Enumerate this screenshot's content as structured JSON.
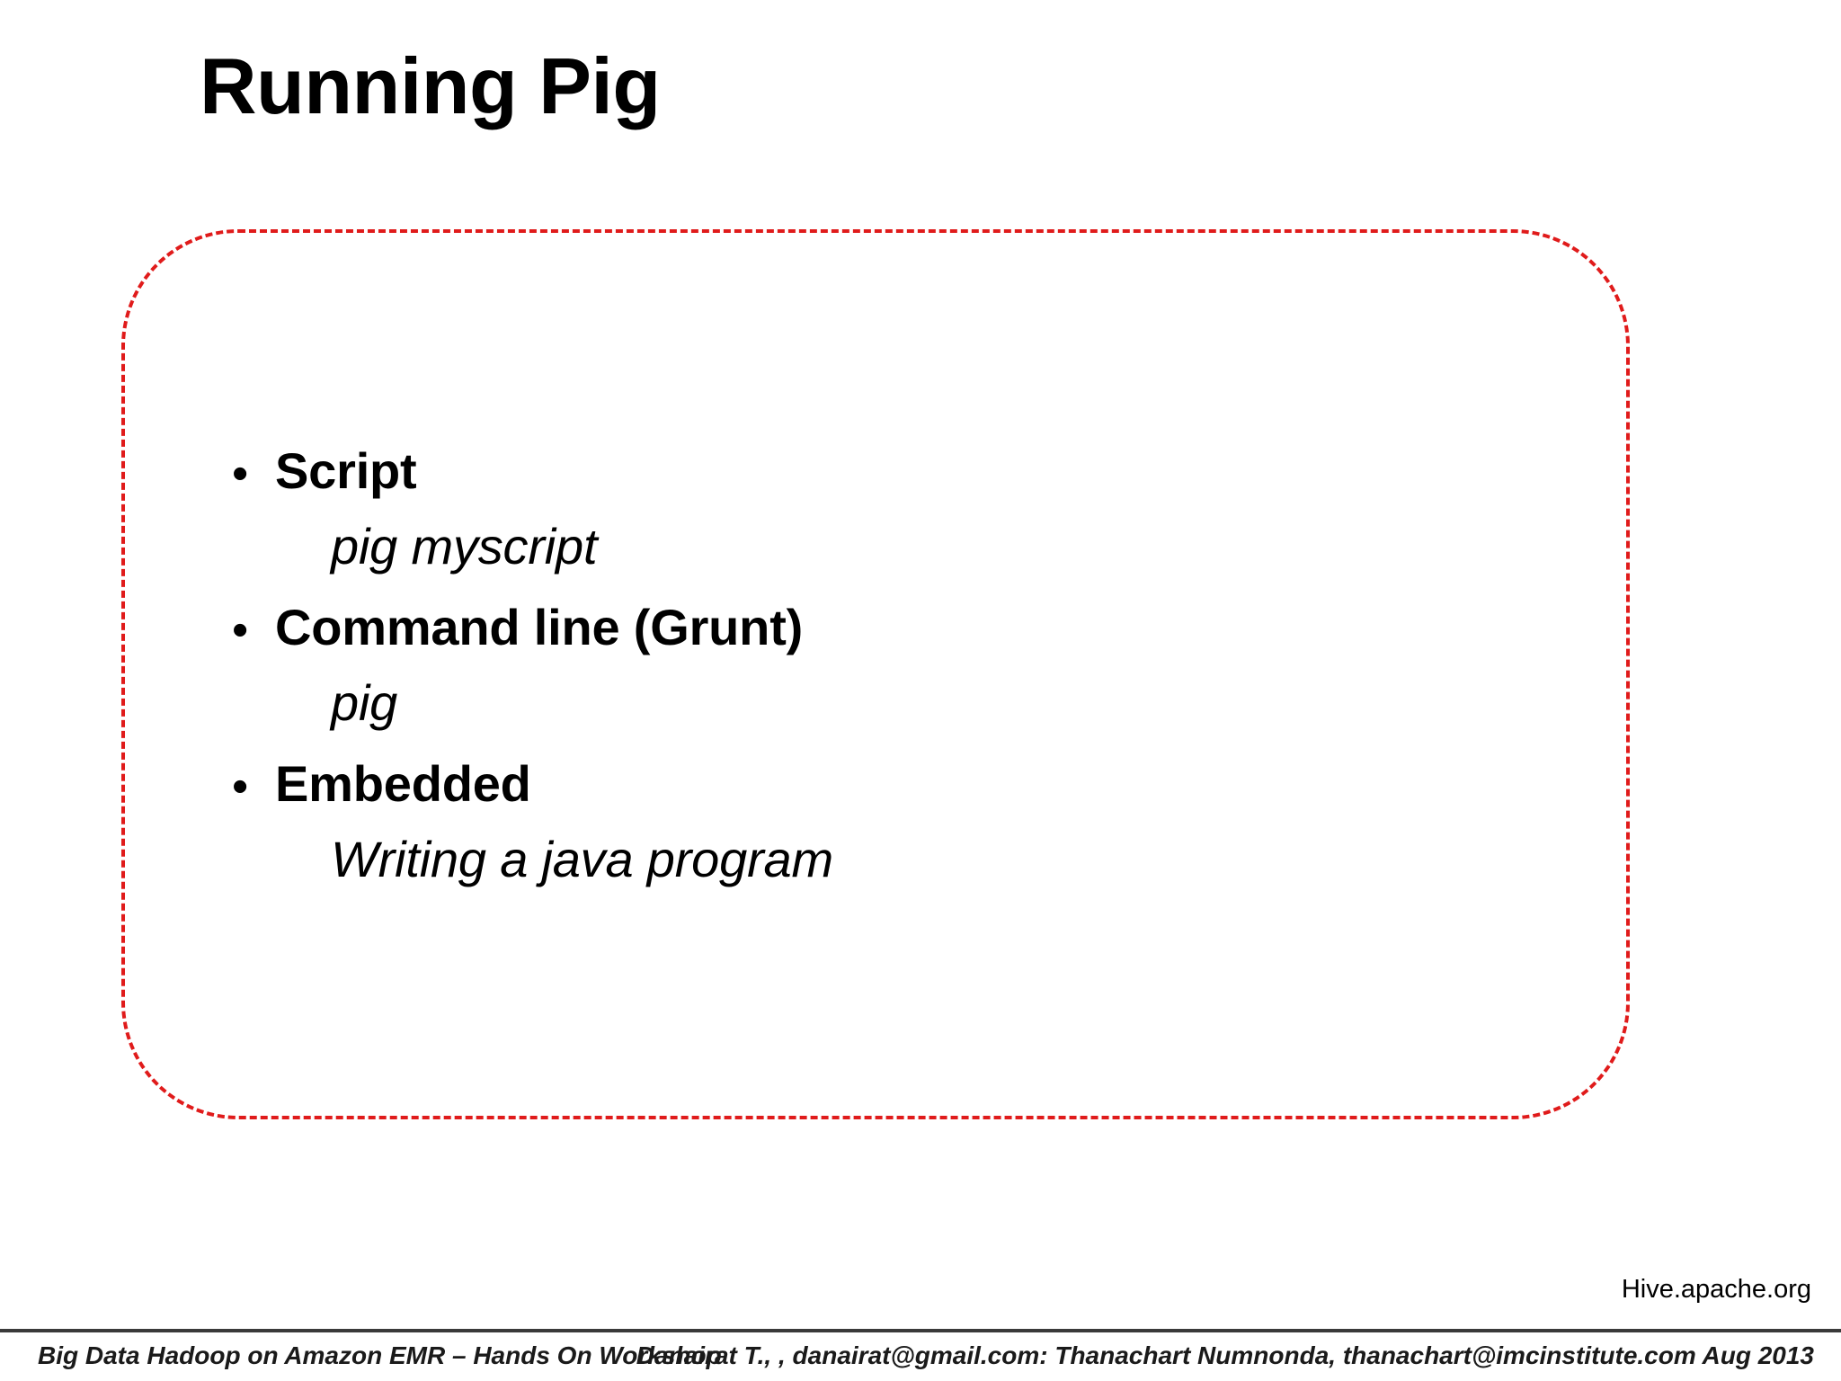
{
  "slide": {
    "title": "Running Pig",
    "bullets": [
      {
        "label": "Script",
        "marker": "•",
        "detail": "pig myscript"
      },
      {
        "label": "Command line (Grunt)",
        "marker": "•",
        "detail": "pig"
      },
      {
        "label": "Embedded",
        "marker": "•",
        "detail": "Writing a java program"
      }
    ],
    "source_note": "Hive.apache.org",
    "callout_border_color": "#e01b1b"
  },
  "footer": {
    "left": "Big Data Hadoop on Amazon EMR – Hands On Workshop",
    "right": "Danairat T., , danairat@gmail.com:  Thanachart Numnonda,  thanachart@imcinstitute.com   Aug 2013"
  }
}
